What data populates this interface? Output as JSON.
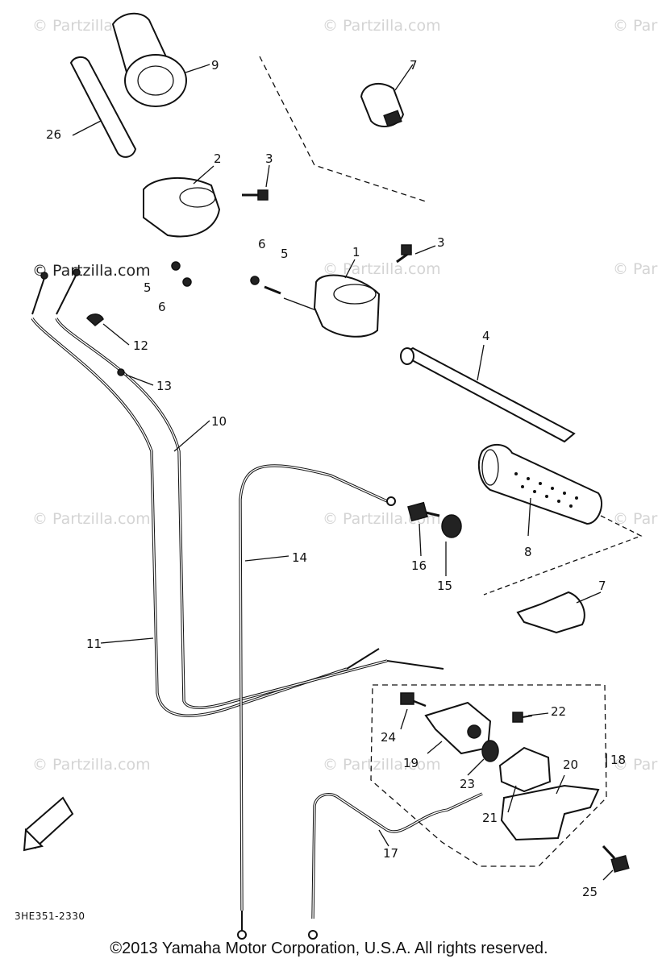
{
  "watermark": {
    "text": "© Partzilla.com"
  },
  "callouts": {
    "c1": "1",
    "c2": "2",
    "c3a": "3",
    "c3b": "3",
    "c4": "4",
    "c5a": "5",
    "c5b": "5",
    "c6a": "6",
    "c6b": "6",
    "c7a": "7",
    "c7b": "7",
    "c8": "8",
    "c9": "9",
    "c10": "10",
    "c11": "11",
    "c12": "12",
    "c13": "13",
    "c14": "14",
    "c15": "15",
    "c16": "16",
    "c17": "17",
    "c18": "18",
    "c19": "19",
    "c20": "20",
    "c21": "21",
    "c22": "22",
    "c23": "23",
    "c24": "24",
    "c25": "25",
    "c26": "26"
  },
  "drawing_code": "3HE351-2330",
  "footer": "©2013  Yamaha Motor Corporation, U.S.A. All rights reserved."
}
